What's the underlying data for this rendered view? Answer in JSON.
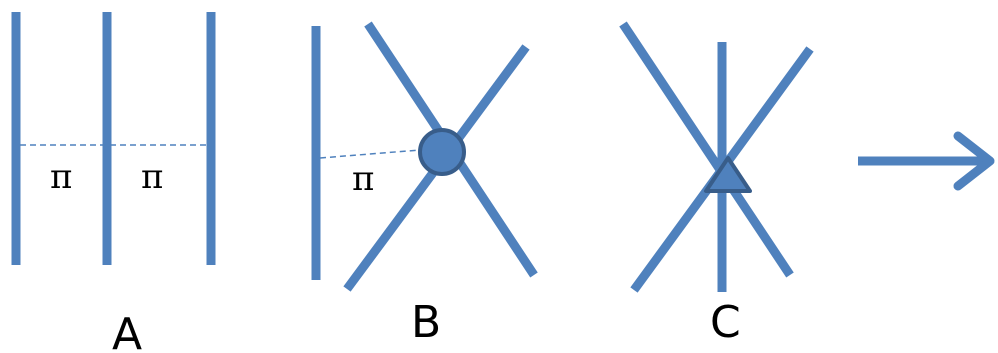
{
  "panels": [
    {
      "label": "A",
      "pi_labels": [
        "π",
        "π"
      ]
    },
    {
      "label": "B",
      "pi_labels": [
        "π"
      ]
    },
    {
      "label": "C",
      "pi_labels": []
    }
  ],
  "colors": {
    "line": "#4f81bd",
    "vertex_fill": "#4f81bd",
    "vertex_stroke": "#385d8a",
    "text": "#000000"
  }
}
